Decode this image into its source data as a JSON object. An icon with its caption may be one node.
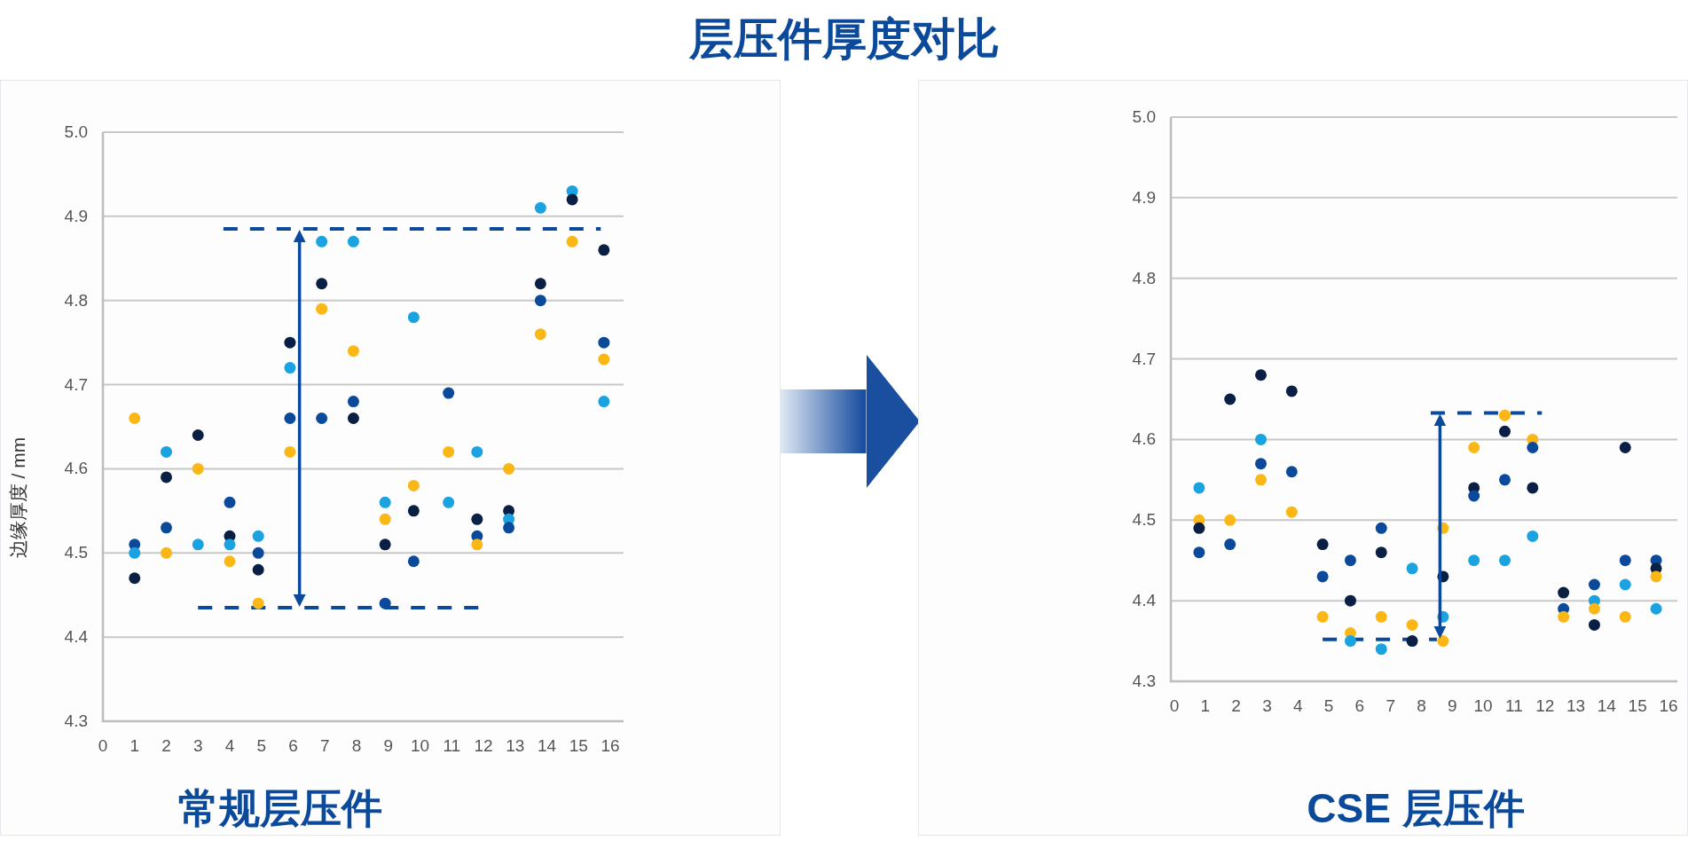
{
  "diagram": {
    "title": "层压件厚度对比",
    "nodes": [
      {
        "text": [
          "常规层压件"
        ]
      },
      {
        "text": [
          "CSE 层压件"
        ]
      }
    ],
    "edges": [
      {
        "from": 0,
        "to": 1,
        "arrow": "to"
      }
    ],
    "labels": [
      "5.0",
      "4.9",
      "4.8",
      "4.7",
      "4.6",
      "4.5",
      "4.4",
      "4.3",
      "0",
      "1",
      "2",
      "3",
      "4",
      "5",
      "6",
      "7",
      "8",
      "9",
      "10",
      "11",
      "12",
      "13",
      "14",
      "15",
      "16",
      "边缘厚度 / mm",
      "5.0",
      "4.9",
      "4.8",
      "4.7",
      "4.6",
      "4.5",
      "4.4",
      "4.3",
      "0",
      "1",
      "2",
      "3",
      "4",
      "5",
      "6",
      "7",
      "8",
      "9",
      "10",
      "11",
      "12",
      "13",
      "14",
      "15",
      "16"
    ]
  }
}
